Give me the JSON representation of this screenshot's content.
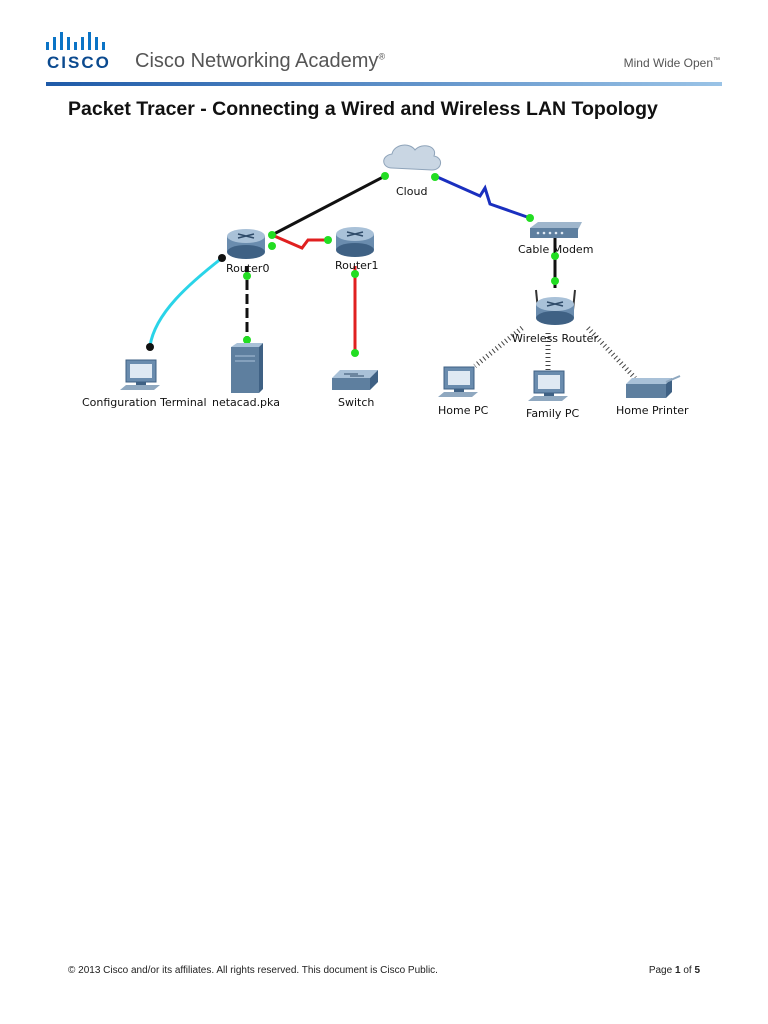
{
  "header": {
    "brand": "CISCO",
    "academy": "Cisco Networking Academy",
    "academy_mark": "®",
    "tagline": "Mind Wide Open",
    "tagline_mark": "™"
  },
  "title": "Packet Tracer - Connecting a Wired and Wireless LAN Topology",
  "topology": {
    "devices": {
      "cloud": "Cloud",
      "cable_modem": "Cable Modem",
      "router0": "Router0",
      "router1": "Router1",
      "wireless_router": "Wireless Router",
      "config_terminal": "Configuration Terminal",
      "server": "netacad.pka",
      "switch": "Switch",
      "home_pc": "Home PC",
      "family_pc": "Family PC",
      "home_printer": "Home Printer"
    },
    "colors": {
      "ethernet": "#111111",
      "serial": "#e02020",
      "coax": "#1a2fbf",
      "console": "#2ad4e8",
      "wireless": "#444444",
      "link_up": "#22dd22"
    }
  },
  "footer": {
    "copyright": "© 2013 Cisco and/or its affiliates. All rights reserved. This document is Cisco Public.",
    "page_prefix": "Page",
    "page_current": "1",
    "page_of": "of",
    "page_total": "5"
  }
}
